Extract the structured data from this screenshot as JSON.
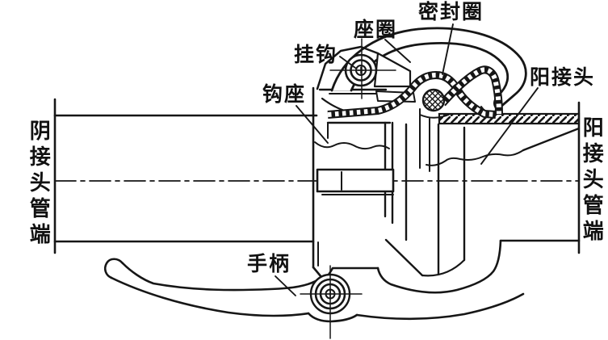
{
  "figure": {
    "kind": "pipe-coupling-cross-section-drawing",
    "labels": {
      "seat_ring": "座圈",
      "seal_ring": "密封圈",
      "hook": "挂钩",
      "hook_seat": "钩座",
      "male_coupling": "阳接头",
      "handle": "手柄",
      "female_pipe_end": "阴接头管端",
      "male_pipe_end": "阳接头管端"
    },
    "colors": {
      "ink": "#161616",
      "paper": "#ffffff"
    }
  }
}
